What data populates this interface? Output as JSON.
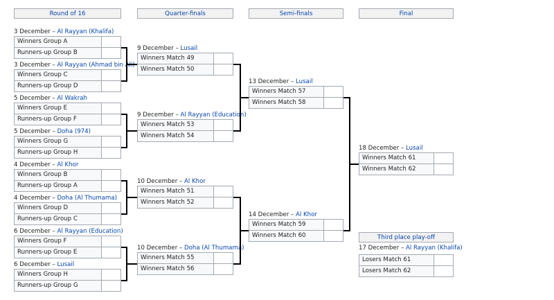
{
  "headers": {
    "r16": "Round of 16",
    "qf": "Quarter-finals",
    "sf": "Semi-finals",
    "final": "Final",
    "third": "Third place play-off"
  },
  "r16": [
    {
      "date": "3 December",
      "venue": "Al Rayyan (Khalifa)",
      "home": "Winners Group A",
      "away": "Runners-up Group B"
    },
    {
      "date": "3 December",
      "venue": "Al Rayyan (Ahmad bin Ali)",
      "home": "Winners Group C",
      "away": "Runners-up Group D"
    },
    {
      "date": "5 December",
      "venue": "Al Wakrah",
      "home": "Winners Group E",
      "away": "Runners-up Group F"
    },
    {
      "date": "5 December",
      "venue": "Doha (974)",
      "home": "Winners Group G",
      "away": "Runners-up Group H"
    },
    {
      "date": "4 December",
      "venue": "Al Khor",
      "home": "Winners Group B",
      "away": "Runners-up Group A"
    },
    {
      "date": "4 December",
      "venue": "Doha (Al Thumama)",
      "home": "Winners Group D",
      "away": "Runners-up Group C"
    },
    {
      "date": "6 December",
      "venue": "Al Rayyan (Education)",
      "home": "Winners Group F",
      "away": "Runners-up Group E"
    },
    {
      "date": "6 December",
      "venue": "Lusail",
      "home": "Winners Group H",
      "away": "Runners-up Group G"
    }
  ],
  "qf": [
    {
      "date": "9 December",
      "venue": "Lusail",
      "home": "Winners Match 49",
      "away": "Winners Match 50"
    },
    {
      "date": "9 December",
      "venue": "Al Rayyan (Education)",
      "home": "Winners Match 53",
      "away": "Winners Match 54"
    },
    {
      "date": "10 December",
      "venue": "Al Khor",
      "home": "Winners Match 51",
      "away": "Winners Match 52"
    },
    {
      "date": "10 December",
      "venue": "Doha (Al Thumama)",
      "home": "Winners Match 55",
      "away": "Winners Match 56"
    }
  ],
  "sf": [
    {
      "date": "13 December",
      "venue": "Lusail",
      "home": "Winners Match 57",
      "away": "Winners Match 58"
    },
    {
      "date": "14 December",
      "venue": "Al Khor",
      "home": "Winners Match 59",
      "away": "Winners Match 60"
    }
  ],
  "final": {
    "date": "18 December",
    "venue": "Lusail",
    "home": "Winners Match 61",
    "away": "Winners Match 62"
  },
  "third": {
    "date": "17 December",
    "venue": "Al Rayyan (Khalifa)",
    "home": "Losers Match 61",
    "away": "Losers Match 62"
  },
  "separator": " – "
}
